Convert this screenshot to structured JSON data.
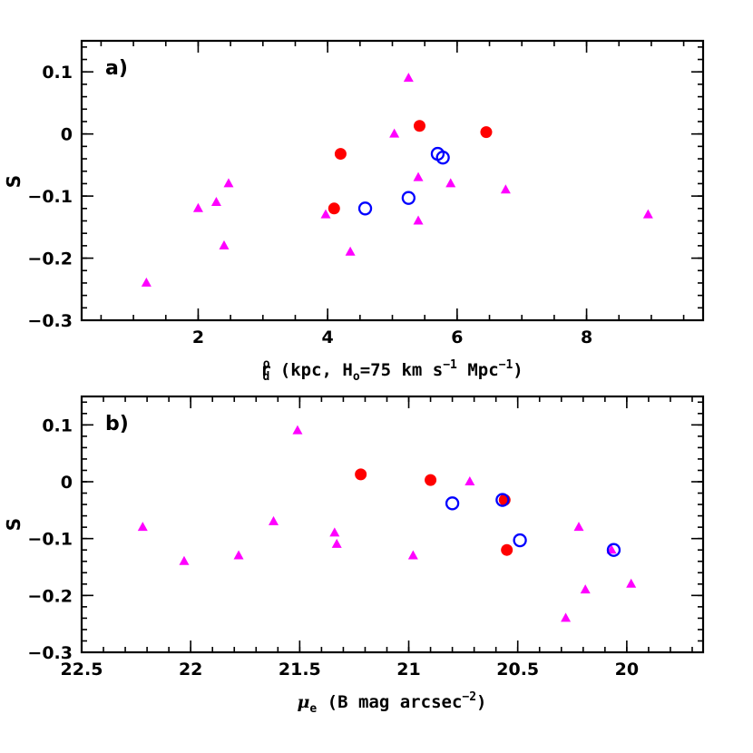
{
  "chart_data": [
    {
      "type": "scatter",
      "panel_label": "a)",
      "ylabel": "S",
      "xlim": [
        0.2,
        9.8
      ],
      "ylim": [
        -0.3,
        0.15
      ],
      "x_ticks": [
        2,
        4,
        6,
        8
      ],
      "x_tick_labels": [
        "2",
        "4",
        "6",
        "8"
      ],
      "y_ticks": [
        0.1,
        0,
        -0.1,
        -0.2,
        -0.3
      ],
      "y_tick_labels": [
        "0.1",
        "0",
        "−0.1",
        "−0.2",
        "−0.3"
      ],
      "xlabel_parts": {
        "r": "r",
        "r_sup": "o",
        "r_sub": "d",
        "p1": " (kpc, H",
        "h_sub": "o",
        "p2": "=75 km s",
        "s_sup": "−1",
        "p3": " Mpc",
        "m_sup": "−1",
        "p4": ")"
      },
      "series": [
        {
          "marker": "triangle",
          "color": "#ff00ff",
          "points": [
            [
              1.2,
              -0.24
            ],
            [
              2.0,
              -0.12
            ],
            [
              2.28,
              -0.11
            ],
            [
              2.4,
              -0.18
            ],
            [
              2.47,
              -0.08
            ],
            [
              3.97,
              -0.13
            ],
            [
              4.35,
              -0.19
            ],
            [
              5.03,
              0.0
            ],
            [
              5.25,
              0.09
            ],
            [
              5.4,
              -0.07
            ],
            [
              5.4,
              -0.14
            ],
            [
              5.9,
              -0.08
            ],
            [
              6.75,
              -0.09
            ],
            [
              8.95,
              -0.13
            ]
          ]
        },
        {
          "marker": "filled-circle",
          "color": "#ff0000",
          "points": [
            [
              4.1,
              -0.12
            ],
            [
              4.2,
              -0.032
            ],
            [
              5.42,
              0.013
            ],
            [
              6.45,
              0.003
            ]
          ]
        },
        {
          "marker": "open-circle",
          "color": "#0000ff",
          "points": [
            [
              4.58,
              -0.12
            ],
            [
              5.25,
              -0.103
            ],
            [
              5.7,
              -0.032
            ],
            [
              5.78,
              -0.038
            ]
          ]
        }
      ]
    },
    {
      "type": "scatter",
      "panel_label": "b)",
      "ylabel": "S",
      "xlim": [
        22.5,
        19.65
      ],
      "ylim": [
        -0.3,
        0.15
      ],
      "x_ticks": [
        22.5,
        22,
        21.5,
        21,
        20.5,
        20
      ],
      "x_tick_labels": [
        "22.5",
        "22",
        "21.5",
        "21",
        "20.5",
        "20"
      ],
      "y_ticks": [
        0.1,
        0,
        -0.1,
        -0.2,
        -0.3
      ],
      "y_tick_labels": [
        "0.1",
        "0",
        "−0.1",
        "−0.2",
        "−0.3"
      ],
      "xlabel_parts": {
        "mu": "μ",
        "mu_sub": "e",
        "p1": " (B mag arcsec",
        "sup": "−2",
        "p2": ")"
      },
      "series": [
        {
          "marker": "triangle",
          "color": "#ff00ff",
          "points": [
            [
              22.22,
              -0.08
            ],
            [
              22.03,
              -0.14
            ],
            [
              21.78,
              -0.13
            ],
            [
              21.62,
              -0.07
            ],
            [
              21.51,
              0.09
            ],
            [
              21.34,
              -0.09
            ],
            [
              21.33,
              -0.11
            ],
            [
              20.98,
              -0.13
            ],
            [
              20.72,
              0.0
            ],
            [
              20.22,
              -0.08
            ],
            [
              20.19,
              -0.19
            ],
            [
              20.07,
              -0.12
            ],
            [
              19.98,
              -0.18
            ],
            [
              20.28,
              -0.24
            ]
          ]
        },
        {
          "marker": "filled-circle",
          "color": "#ff0000",
          "points": [
            [
              21.22,
              0.013
            ],
            [
              20.9,
              0.003
            ],
            [
              20.56,
              -0.032
            ],
            [
              20.55,
              -0.12
            ]
          ]
        },
        {
          "marker": "open-circle",
          "color": "#0000ff",
          "points": [
            [
              20.8,
              -0.038
            ],
            [
              20.57,
              -0.032
            ],
            [
              20.49,
              -0.103
            ],
            [
              20.06,
              -0.12
            ]
          ]
        }
      ]
    }
  ]
}
